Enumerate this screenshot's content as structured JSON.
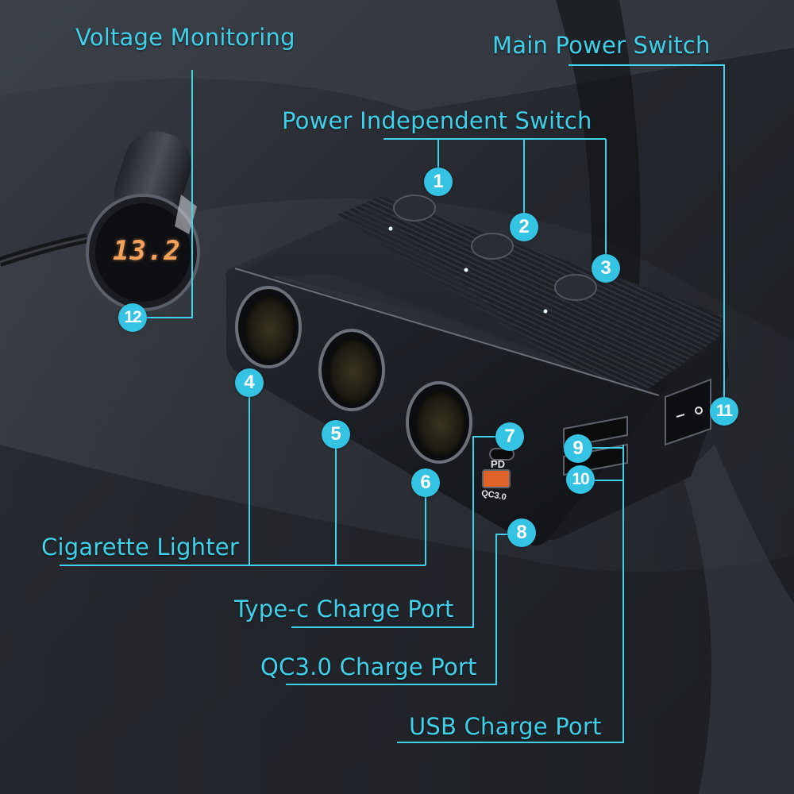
{
  "accent_color": "#3fd0ea",
  "badge_color": "#34c3e2",
  "labels": {
    "voltage_monitoring": "Voltage Monitoring",
    "main_power_switch": "Main Power Switch",
    "power_independent_switch": "Power Independent Switch",
    "cigarette_lighter": "Cigarette Lighter",
    "type_c_port": "Type-c Charge Port",
    "qc30_port": "QC3.0 Charge Port",
    "usb_port": "USB Charge Port"
  },
  "badges": [
    "1",
    "2",
    "3",
    "4",
    "5",
    "6",
    "7",
    "8",
    "9",
    "10",
    "11",
    "12"
  ],
  "voltage_display": "13.2",
  "port_markings": {
    "pd": "PD",
    "qc": "QC3.0"
  },
  "switch_symbols": {
    "on": "—",
    "off": "o"
  }
}
